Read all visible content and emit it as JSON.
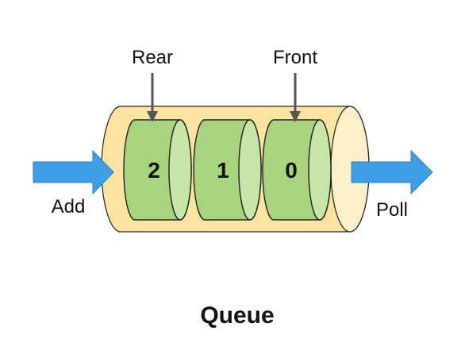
{
  "labels": {
    "rear": "Rear",
    "front": "Front",
    "add": "Add",
    "poll": "Poll",
    "title": "Queue"
  },
  "elements": [
    "2",
    "1",
    "0"
  ],
  "colors": {
    "tube_fill": "#FBE3A0",
    "tube_end": "#FCF0C8",
    "element_fill": "#A9D37C",
    "element_face": "#C8E5A8",
    "arrow_fill": "#3E9FE6",
    "stroke": "#222222",
    "pointer": "#555555"
  }
}
